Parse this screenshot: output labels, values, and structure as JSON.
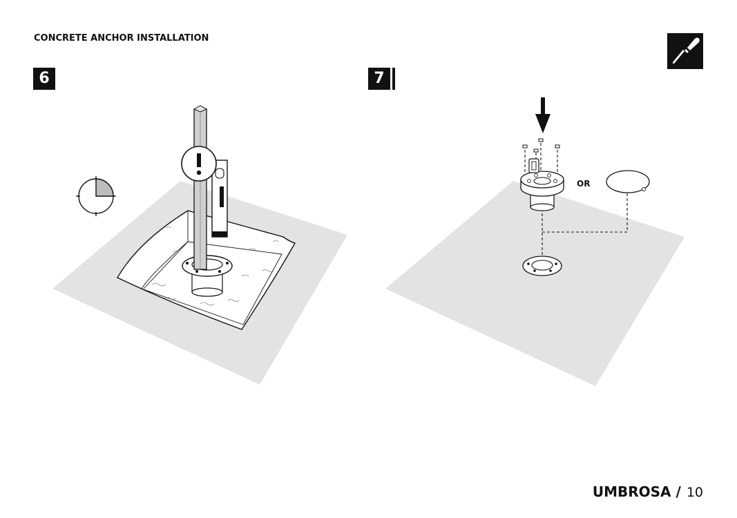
{
  "header": {
    "section_title": "CONCRETE ANCHOR INSTALLATION",
    "tool_icon": "screwdriver-icon"
  },
  "steps": [
    {
      "number": "6",
      "icons": [
        "level-icon",
        "warning-exclamation-icon",
        "clock-quarter-icon"
      ]
    },
    {
      "number": "7",
      "or_label": "OR",
      "icons": [
        "down-arrow-icon",
        "screw-icon",
        "cap-icon"
      ]
    }
  ],
  "footer": {
    "brand": "UMBROSA /",
    "page_number": "10"
  },
  "colors": {
    "ink": "#111111",
    "ground": "#e3e3e3",
    "clock_fill": "#bdbdbd"
  }
}
